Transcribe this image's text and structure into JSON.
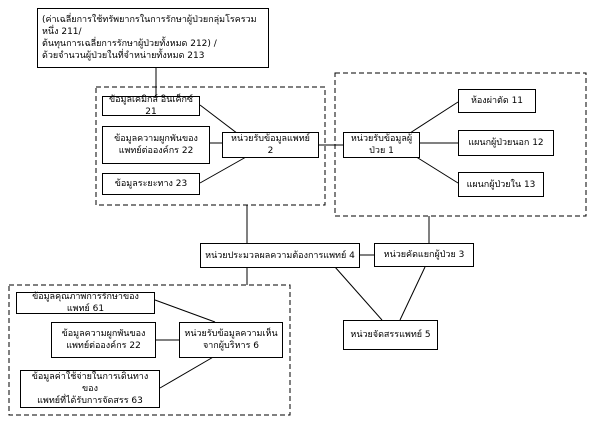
{
  "nodes": {
    "n_top": {
      "lines": [
        "(ค่าเฉลี่ยการใช้ทรัพยากรในการรักษาผู้ป่วยกลุ่มโรครวมหนึ่ง 211/",
        "ต้นทุนการเฉลี่ยการรักษาผู้ป่วยทั้งหมด 212) /",
        "ด้วยจำนวนผู้ป่วยในที่จำหน่ายทั้งหมด 213"
      ]
    },
    "n21": {
      "lines": [
        "ข้อมูลเคมิกส์ อินเค็กซ์ 21"
      ]
    },
    "n22a": {
      "lines": [
        "ข้อมูลความผูกพันของ",
        "แพทย์ต่อองค์กร 22"
      ]
    },
    "n23": {
      "lines": [
        "ข้อมูลระยะทาง 23"
      ]
    },
    "n2": {
      "lines": [
        "หน่วยรับข้อมูลแพทย์ 2"
      ]
    },
    "n1": {
      "lines": [
        "หน่วยรับข้อมูลผู้ป่วย 1"
      ]
    },
    "n11": {
      "lines": [
        "ห้องผ่าตัด 11"
      ]
    },
    "n12": {
      "lines": [
        "แผนกผู้ป่วยนอก 12"
      ]
    },
    "n13": {
      "lines": [
        "แผนกผู้ป่วยใน 13"
      ]
    },
    "n4": {
      "lines": [
        "หน่วยประมวลผลความต้องการแพทย์ 4"
      ]
    },
    "n3": {
      "lines": [
        "หน่วยคัดแยกผู้ป่วย 3"
      ]
    },
    "n5": {
      "lines": [
        "หน่วยจัดสรรแพทย์ 5"
      ]
    },
    "n61": {
      "lines": [
        "ข้อมูลคุณภาพการรักษาของแพทย์ 61"
      ]
    },
    "n22b": {
      "lines": [
        "ข้อมูลความผูกพันของ",
        "แพทย์ต่อองค์กร 22"
      ]
    },
    "n63": {
      "lines": [
        "ข้อมูลค่าใช้จ่ายในการเดินทางของ",
        "แพทย์ที่ได้รับการจัดสรร 63"
      ]
    },
    "n6": {
      "lines": [
        "หน่วยรับข้อมูลความเห็น",
        "จากผู้บริหาร 6"
      ]
    }
  }
}
